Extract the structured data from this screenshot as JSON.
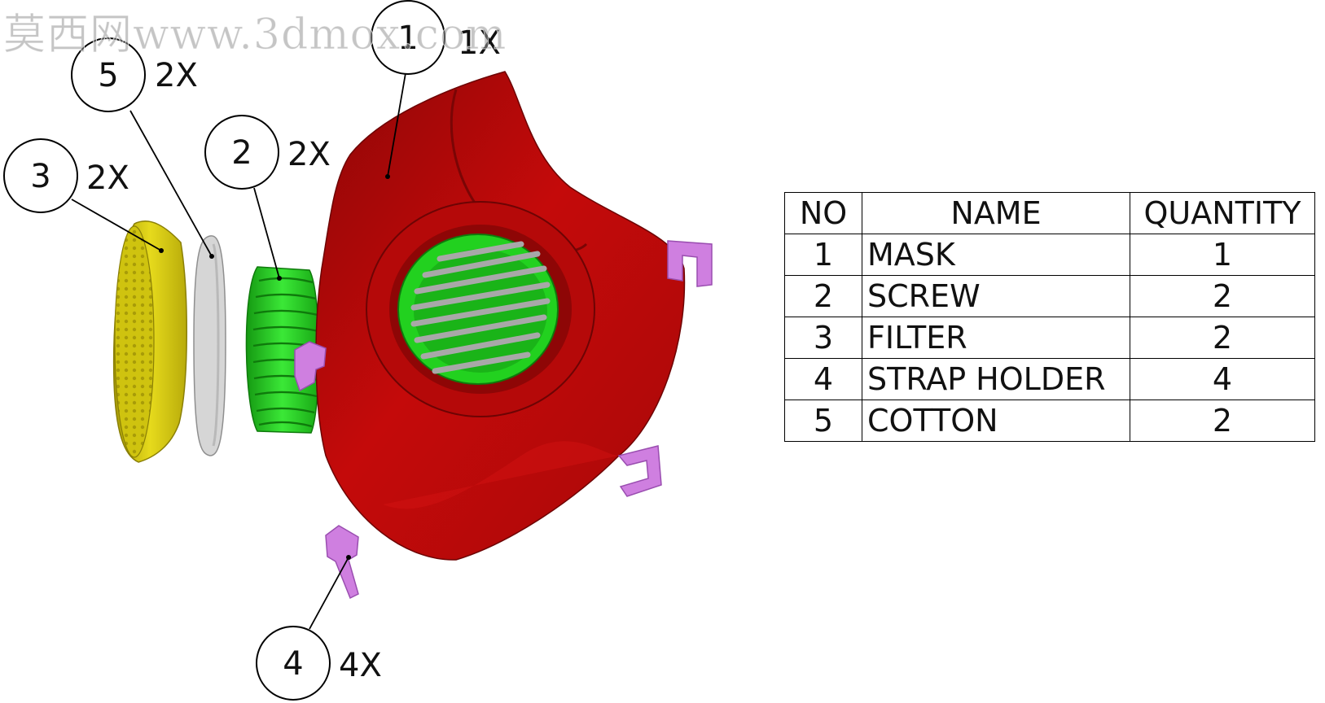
{
  "watermark": "莫西网www.3dmox.com",
  "colors": {
    "mask": "#c40a0a",
    "mask_shadow": "#8e0606",
    "screw": "#22d11f",
    "screw_dark": "#159912",
    "filter": "#d8cc10",
    "filter_dark": "#a89c08",
    "cotton": "#d9d9d9",
    "strap_holder": "#cf7fe0",
    "grille_slats": "#a8a8a8"
  },
  "balloons": [
    {
      "id": "1",
      "number": "1",
      "qty": "1X"
    },
    {
      "id": "2",
      "number": "2",
      "qty": "2X"
    },
    {
      "id": "3",
      "number": "3",
      "qty": "2X"
    },
    {
      "id": "4",
      "number": "4",
      "qty": "4X"
    },
    {
      "id": "5",
      "number": "5",
      "qty": "2X"
    }
  ],
  "bom": {
    "headers": [
      "NO",
      "NAME",
      "QUANTITY"
    ],
    "rows": [
      {
        "no": "1",
        "name": "MASK",
        "quantity": "1"
      },
      {
        "no": "2",
        "name": "SCREW",
        "quantity": "2"
      },
      {
        "no": "3",
        "name": "FILTER",
        "quantity": "2"
      },
      {
        "no": "4",
        "name": "STRAP HOLDER",
        "quantity": "4"
      },
      {
        "no": "5",
        "name": "COTTON",
        "quantity": "2"
      }
    ]
  }
}
